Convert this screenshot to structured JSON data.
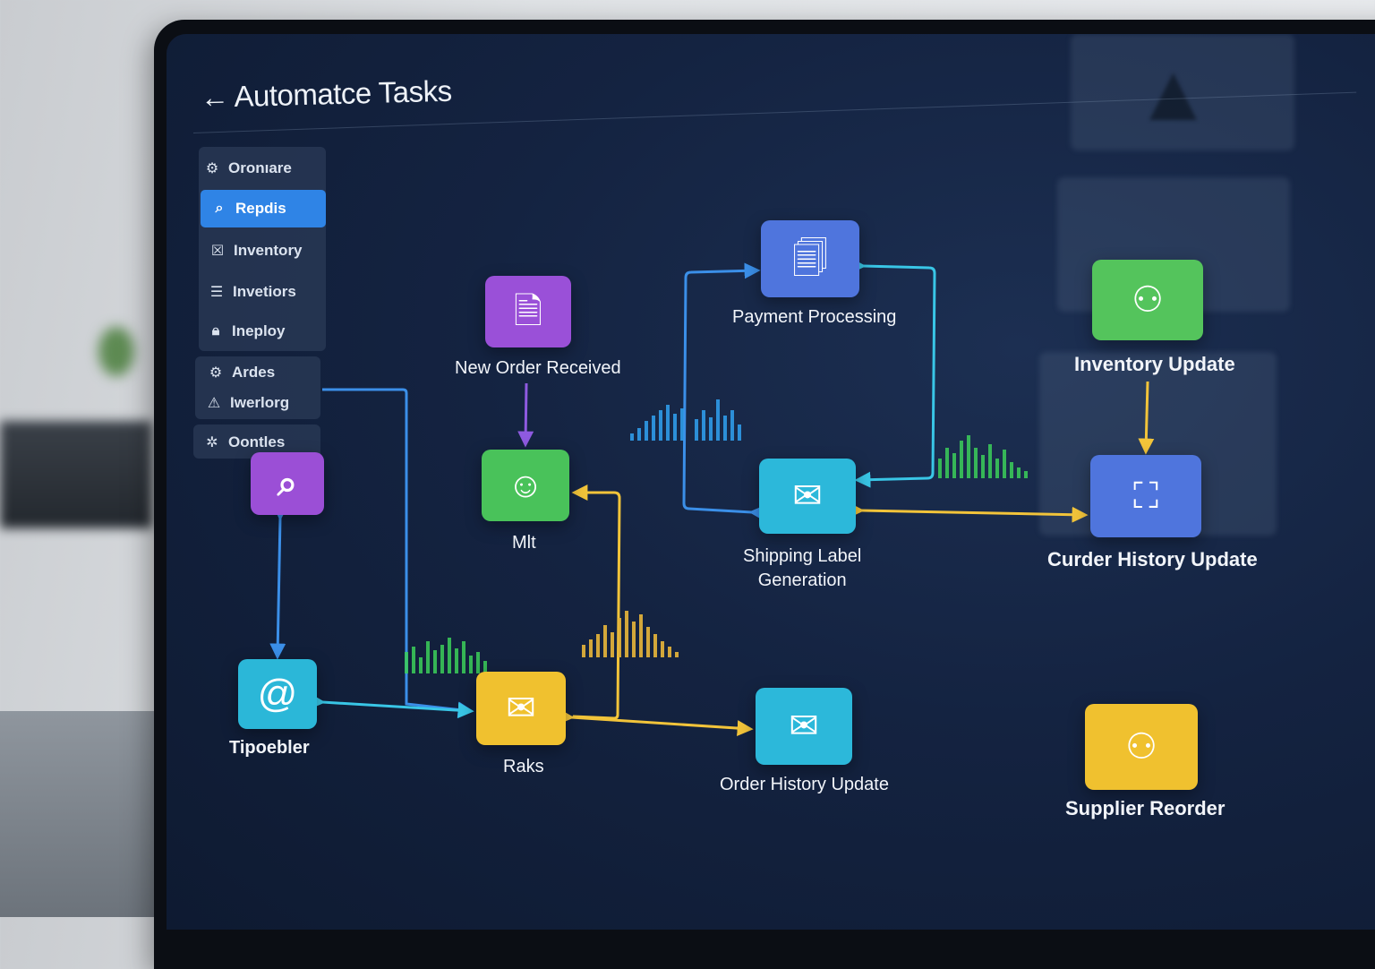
{
  "app": {
    "title": "Automatce Tasks",
    "back_icon": "arrow-left-icon"
  },
  "sidebar": {
    "items": [
      {
        "label": "Oronıare",
        "icon": "gear-icon",
        "active": false
      },
      {
        "label": "Repdis",
        "icon": "search-icon",
        "active": true
      },
      {
        "label": "Inventory",
        "icon": "box-icon",
        "active": false
      },
      {
        "label": "Invetiors",
        "icon": "list-icon",
        "active": false
      },
      {
        "label": "Ineploy",
        "icon": "lock-icon",
        "active": false
      },
      {
        "label": "Ardes",
        "icon": "gear-icon",
        "active": false
      },
      {
        "label": "Iwerlorg",
        "icon": "warning-icon",
        "active": false
      },
      {
        "label": "Oontles",
        "icon": "cog-icon",
        "active": false
      }
    ]
  },
  "nodes": {
    "search": {
      "label": "",
      "icon": "search-icon",
      "color": "#9b4fd6"
    },
    "tipoebler": {
      "label": "Tipoebler",
      "icon": "at-icon",
      "color": "#2bb7d8"
    },
    "new_order": {
      "label": "New Order Received",
      "icon": "document-icon",
      "color": "#9a50d8"
    },
    "mlt": {
      "label": "Mlt",
      "icon": "robot-icon",
      "color": "#49c25a"
    },
    "raks": {
      "label": "Raks",
      "icon": "mail-icon",
      "color": "#f0c12f"
    },
    "payment": {
      "label": "Payment Processing",
      "icon": "invoice-user-icon",
      "color": "#4f75dd"
    },
    "shipping": {
      "label_line1": "Shipping Label",
      "label_line2": "Generation",
      "icon": "envelope-user-icon",
      "color": "#2cb8da"
    },
    "order_history": {
      "label": "Order History Update",
      "icon": "truck-mail-icon",
      "color": "#2cb8da"
    },
    "inventory_update": {
      "label": "Inventory Update",
      "icon": "group-icon",
      "color": "#54c45c"
    },
    "curder_history": {
      "label": "Curder History Update",
      "icon": "network-users-icon",
      "color": "#4f75dd"
    },
    "supplier": {
      "label": "Supplier Reorder",
      "icon": "people-icon",
      "color": "#f0c12f"
    }
  },
  "colors": {
    "blue_wire": "#3b8fe8",
    "cyan_wire": "#39c6e6",
    "yellow_wire": "#f2c43a",
    "purple_wire": "#8e5ae0",
    "green_bars": "#3ccf5a",
    "yellow_bars": "#e8b63a",
    "blue_bars": "#2f9be8"
  }
}
